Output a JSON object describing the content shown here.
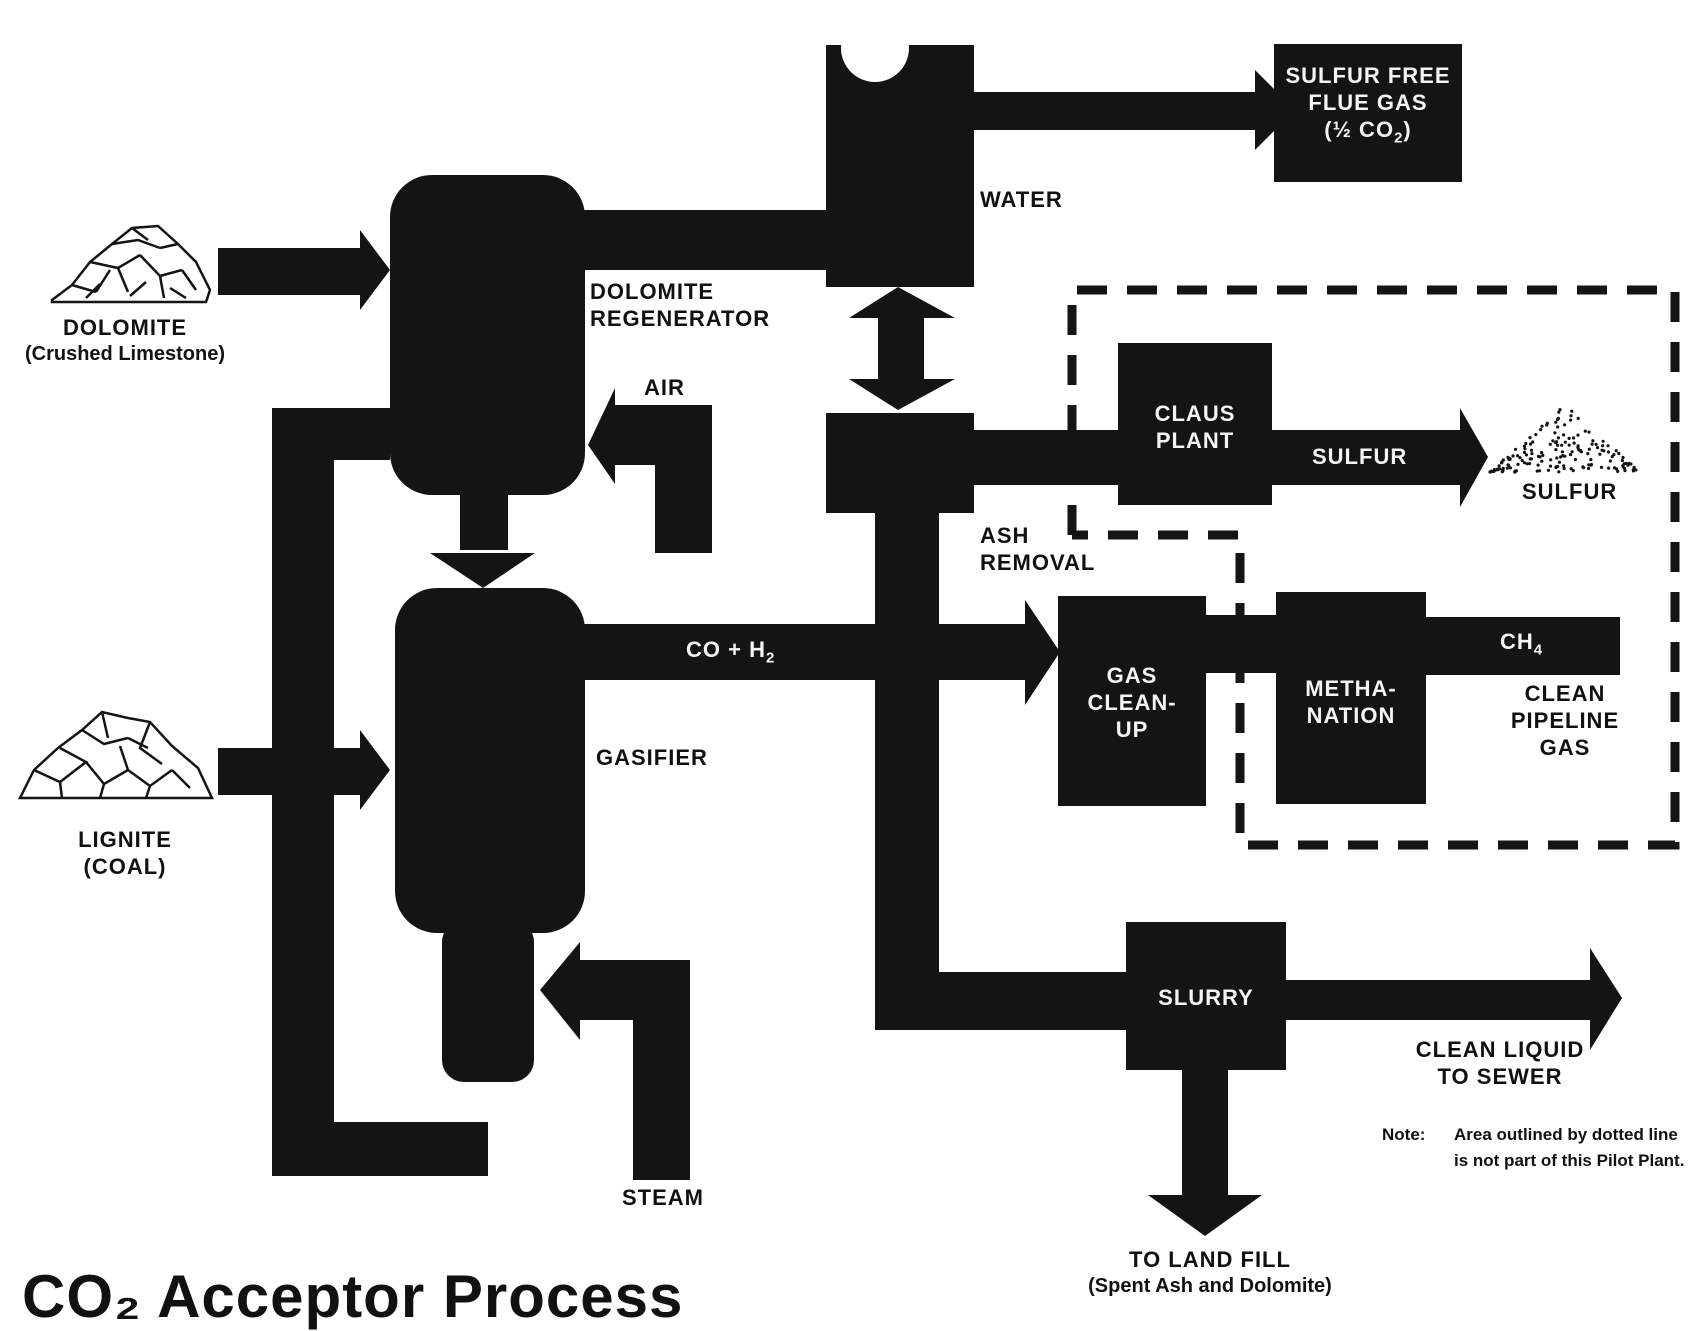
{
  "title": "CO₂ Acceptor Process",
  "inputs": {
    "dolomite": {
      "name": "DOLOMITE",
      "detail": "(Crushed Limestone)"
    },
    "lignite": {
      "name": "LIGNITE",
      "detail": "(COAL)"
    },
    "air": "AIR",
    "steam": "STEAM",
    "water": "WATER"
  },
  "units": {
    "regenerator": [
      "DOLOMITE",
      "REGENERATOR"
    ],
    "gasifier": "GASIFIER",
    "ash_removal": [
      "ASH",
      "REMOVAL"
    ],
    "claus_plant": [
      "CLAUS",
      "PLANT"
    ],
    "gas_cleanup": [
      "GAS",
      "CLEAN-",
      "UP"
    ],
    "methanation": [
      "METHA-",
      "NATION"
    ],
    "slurry": "SLURRY"
  },
  "streams": {
    "syngas_base": "CO + H",
    "syngas_sub": "2",
    "methane_base": "CH",
    "methane_sub": "4",
    "sulfur_stream": "SULFUR"
  },
  "outputs": {
    "flue_gas": {
      "line1": "SULFUR FREE",
      "line2": "FLUE GAS",
      "line3_base": "(½ CO",
      "line3_sub": "2",
      "line3_end": ")"
    },
    "sulfur": "SULFUR",
    "pipeline_gas": [
      "CLEAN",
      "PIPELINE",
      "GAS"
    ],
    "liquid": [
      "CLEAN LIQUID",
      "TO SEWER"
    ],
    "landfill": {
      "line1": "TO LAND FILL",
      "line2": "(Spent Ash and Dolomite)"
    }
  },
  "note": {
    "label": "Note:",
    "text": "Area outlined by dotted line is not part of this Pilot Plant."
  },
  "colors": {
    "ink": "#141414",
    "paper": "#ffffff"
  },
  "icons": {
    "dolomite": "rock-pile-icon",
    "lignite": "coal-lumps-icon",
    "sulfur": "powder-pile-icon"
  }
}
